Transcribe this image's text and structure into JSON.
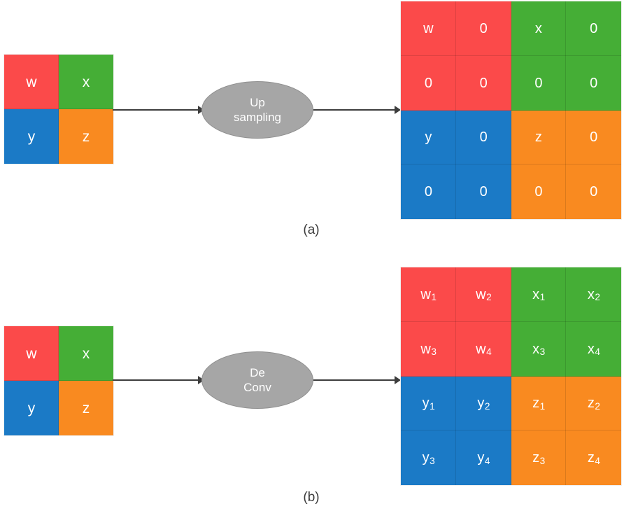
{
  "figure": {
    "background": "#ffffff",
    "palette": {
      "red": "#FB4A4A",
      "green": "#45AE36",
      "blue": "#1B7AC6",
      "orange": "#F98A20",
      "ellipse_fill": "#A6A6A6",
      "ellipse_stroke": "#8F8F8F",
      "arrow": "#3D3D3D",
      "cell_text": "#FFFFFF",
      "caption_text": "#3B3B3B"
    }
  },
  "panels": [
    {
      "id": "a",
      "caption": "(a)",
      "operation_label_line1": "Up",
      "operation_label_line2": "sampling",
      "input": {
        "rows": 2,
        "cols": 2,
        "cells": [
          {
            "text": "w",
            "color": "red"
          },
          {
            "text": "x",
            "color": "green"
          },
          {
            "text": "y",
            "color": "blue"
          },
          {
            "text": "z",
            "color": "orange"
          }
        ]
      },
      "output": {
        "rows": 4,
        "cols": 4,
        "cells": [
          {
            "base": "w",
            "sub": "",
            "color": "red"
          },
          {
            "base": "0",
            "sub": "",
            "color": "red"
          },
          {
            "base": "x",
            "sub": "",
            "color": "green"
          },
          {
            "base": "0",
            "sub": "",
            "color": "green"
          },
          {
            "base": "0",
            "sub": "",
            "color": "red"
          },
          {
            "base": "0",
            "sub": "",
            "color": "red"
          },
          {
            "base": "0",
            "sub": "",
            "color": "green"
          },
          {
            "base": "0",
            "sub": "",
            "color": "green"
          },
          {
            "base": "y",
            "sub": "",
            "color": "blue"
          },
          {
            "base": "0",
            "sub": "",
            "color": "blue"
          },
          {
            "base": "z",
            "sub": "",
            "color": "orange"
          },
          {
            "base": "0",
            "sub": "",
            "color": "orange"
          },
          {
            "base": "0",
            "sub": "",
            "color": "blue"
          },
          {
            "base": "0",
            "sub": "",
            "color": "blue"
          },
          {
            "base": "0",
            "sub": "",
            "color": "orange"
          },
          {
            "base": "0",
            "sub": "",
            "color": "orange"
          }
        ]
      }
    },
    {
      "id": "b",
      "caption": "(b)",
      "operation_label_line1": "De",
      "operation_label_line2": "Conv",
      "input": {
        "rows": 2,
        "cols": 2,
        "cells": [
          {
            "text": "w",
            "color": "red"
          },
          {
            "text": "x",
            "color": "green"
          },
          {
            "text": "y",
            "color": "blue"
          },
          {
            "text": "z",
            "color": "orange"
          }
        ]
      },
      "output": {
        "rows": 4,
        "cols": 4,
        "cells": [
          {
            "base": "w",
            "sub": "1",
            "color": "red"
          },
          {
            "base": "w",
            "sub": "2",
            "color": "red"
          },
          {
            "base": "x",
            "sub": "1",
            "color": "green"
          },
          {
            "base": "x",
            "sub": "2",
            "color": "green"
          },
          {
            "base": "w",
            "sub": "3",
            "color": "red"
          },
          {
            "base": "w",
            "sub": "4",
            "color": "red"
          },
          {
            "base": "x",
            "sub": "3",
            "color": "green"
          },
          {
            "base": "x",
            "sub": "4",
            "color": "green"
          },
          {
            "base": "y",
            "sub": "1",
            "color": "blue"
          },
          {
            "base": "y",
            "sub": "2",
            "color": "blue"
          },
          {
            "base": "z",
            "sub": "1",
            "color": "orange"
          },
          {
            "base": "z",
            "sub": "2",
            "color": "orange"
          },
          {
            "base": "y",
            "sub": "3",
            "color": "blue"
          },
          {
            "base": "y",
            "sub": "4",
            "color": "blue"
          },
          {
            "base": "z",
            "sub": "3",
            "color": "orange"
          },
          {
            "base": "z",
            "sub": "4",
            "color": "orange"
          }
        ]
      }
    }
  ]
}
